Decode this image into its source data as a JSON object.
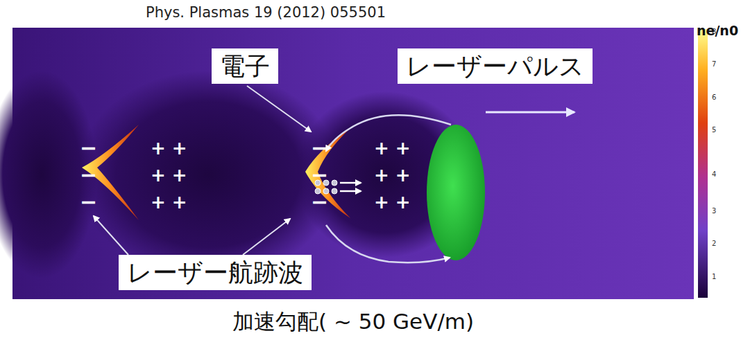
{
  "diagram": {
    "title": "Phys. Plasmas 19 (2012) 055501",
    "caption": "加速勾配( ~ 50 GeV/m)",
    "nodes": [
      {
        "text": [
          "電子"
        ]
      },
      {
        "text": [
          "レーザーパルス"
        ]
      },
      {
        "text": [
          "レーザー航跡波"
        ]
      }
    ],
    "labels": [
      "−",
      "−",
      "−",
      "+ +",
      "+ +",
      "+ +",
      "−",
      "−",
      "−",
      "+ +",
      "+ +",
      "+ +",
      "8",
      "7",
      "6",
      "5",
      "4",
      "3",
      "2",
      "1",
      "ne/n0"
    ]
  }
}
